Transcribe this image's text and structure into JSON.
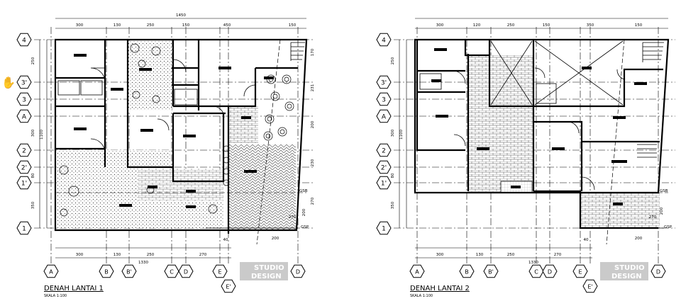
{
  "plan1": {
    "title": "DENAH LANTAI 1",
    "scale": "SKALA 1:100",
    "top_total": "1450",
    "top_dims": [
      "300",
      "130",
      "250",
      "150",
      "450",
      "150"
    ],
    "bottom_total": "1330",
    "bottom_dims": [
      "300",
      "130",
      "250",
      "270"
    ],
    "bottom_extra": [
      "40",
      "200",
      "270"
    ],
    "left_total": "1100",
    "left_dims": [
      "250",
      "300",
      "80",
      "350"
    ],
    "right_dims": [
      "170",
      "231",
      "200",
      "230",
      "270",
      "200"
    ],
    "gsb": "GSB",
    "gsp": "GSP"
  },
  "plan2": {
    "title": "DENAH LANTAI 2",
    "scale": "SKALA 1:100",
    "top_dims": [
      "300",
      "120",
      "250",
      "150",
      "350",
      "150"
    ],
    "bottom_total": "1330",
    "bottom_dims": [
      "300",
      "130",
      "250",
      "270"
    ],
    "bottom_extra": [
      "40",
      "200",
      "270"
    ],
    "left_total": "1100",
    "left_dims": [
      "250",
      "300",
      "80",
      "350"
    ],
    "right_dims": [
      "200"
    ],
    "gsb": "GSB",
    "gsp": "GSP"
  },
  "grid_rows": [
    "4",
    "3'",
    "3",
    "A",
    "2",
    "2'",
    "1'",
    "1"
  ],
  "grid_cols": [
    "A",
    "B",
    "B'",
    "C",
    "D",
    "E",
    "E'",
    "D"
  ],
  "watermark": {
    "line1": "STUDIO",
    "line2": "DESIGN"
  }
}
